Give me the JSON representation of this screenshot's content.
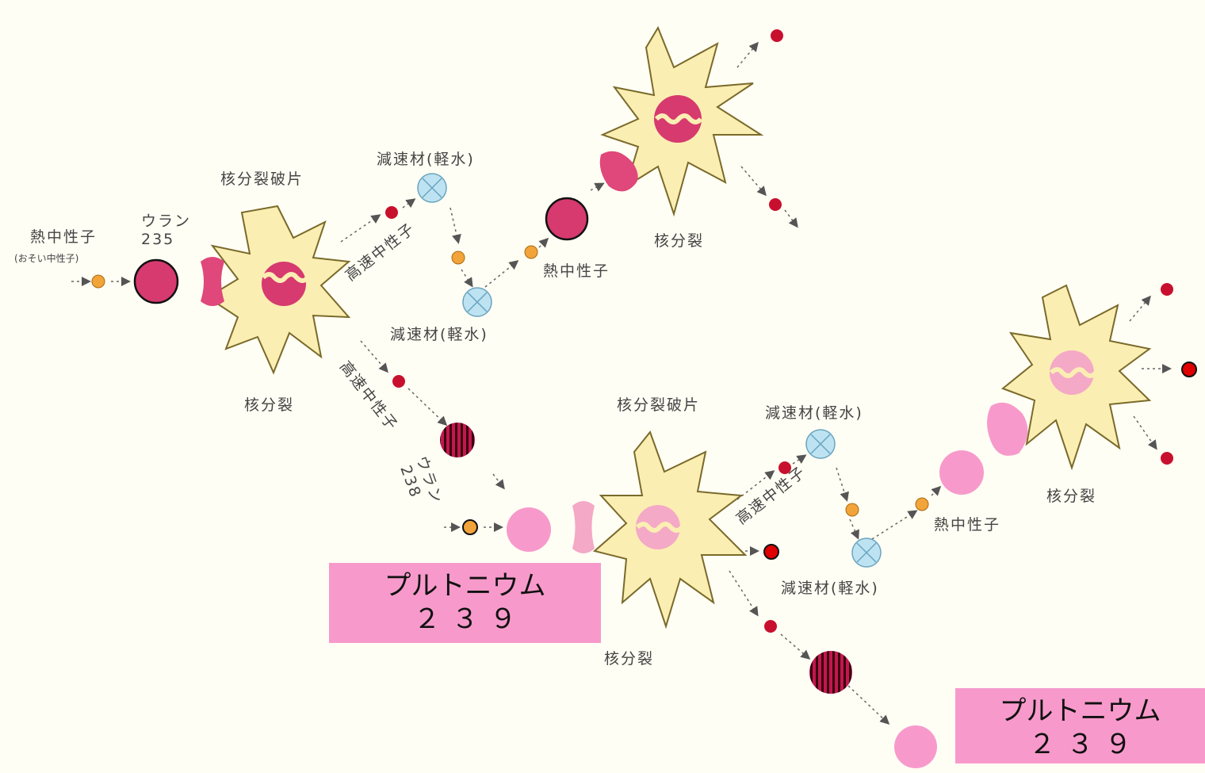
{
  "labels": {
    "thermal_neutron": "熱中性子",
    "slow_neutron": "(おそい中性子)",
    "uranium235_name": "ウラン",
    "uranium235_num": "235",
    "fission_fragment": "核分裂破片",
    "moderator": "減速材(軽水)",
    "fast_neutron": "高速中性子",
    "fission": "核分裂",
    "uranium238_name": "ウラン",
    "uranium238_num": "238"
  },
  "plutonium": {
    "name": "プルトニウム",
    "number": "２３９"
  },
  "colors": {
    "nucleus": "#d63a6e",
    "nucleus_dark": "#b01e4e",
    "plutonium": "#f79acb",
    "burst": "#fbeeb3",
    "neutron_orange": "#f2a43a",
    "neutron_red": "#e00000",
    "moderator": "#bde3f2"
  }
}
